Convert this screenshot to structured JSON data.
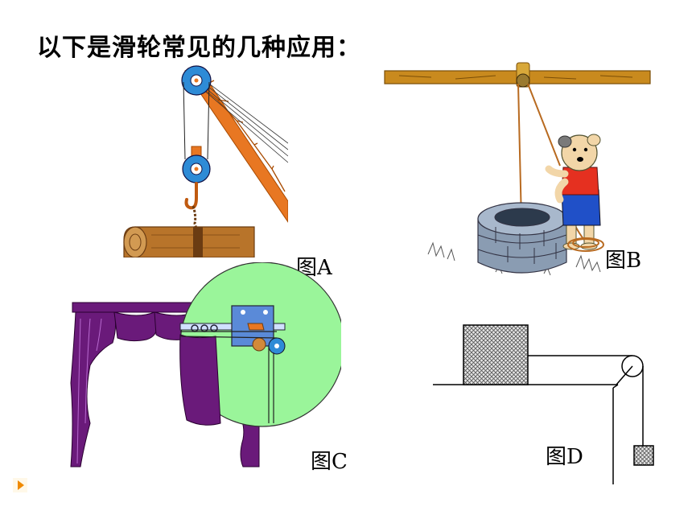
{
  "slide": {
    "title": "以下是滑轮常见的几种应用：",
    "figures": [
      {
        "id": "A",
        "caption": "图A",
        "subject": "crane hoisting a log with pulleys"
      },
      {
        "id": "B",
        "caption": "图B",
        "subject": "bear drawing water from a well with a fixed pulley"
      },
      {
        "id": "C",
        "caption": "图C",
        "subject": "curtain with pulley mechanism detail"
      },
      {
        "id": "D",
        "caption": "图D",
        "subject": "block on table connected over a pulley to a hanging weight"
      }
    ]
  },
  "colors": {
    "crane_orange": "#e87722",
    "pulley_blue": "#2e8bd6",
    "log_brown": "#b8742a",
    "beam_gold": "#c98a1e",
    "curtain_purple": "#6a1a7a",
    "detail_green": "#9af59a",
    "well_gray": "#7a8aa0",
    "bear_red": "#e53020",
    "bear_blue": "#2050c8",
    "nav_orange": "#f08a00"
  },
  "icons": {
    "nav": "play-arrow-icon"
  }
}
